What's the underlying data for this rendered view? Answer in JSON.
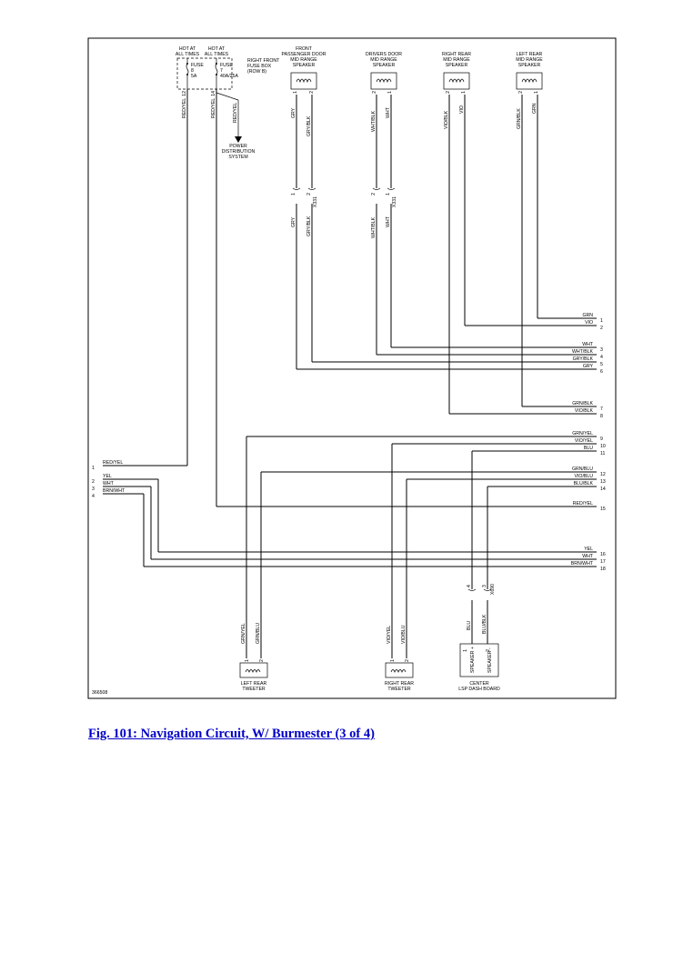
{
  "caption": "Fig. 101: Navigation Circuit, W/ Burmester (3 of 4)",
  "diagram_id": "366508",
  "fuse_box": {
    "hot_left": [
      "HOT AT",
      "ALL TIMES"
    ],
    "hot_right": [
      "HOT AT",
      "ALL TIMES"
    ],
    "fuse_left": [
      "FUSE",
      "8",
      "5A"
    ],
    "fuse_right": [
      "FUSE",
      "7",
      "40A/25A"
    ],
    "label": [
      "RIGHT FRONT",
      "FUSE BOX",
      "(ROW B)"
    ],
    "pin_left": "12",
    "pin_right": "14"
  },
  "power_distribution": [
    "POWER",
    "DISTRIBUTION",
    "SYSTEM"
  ],
  "speakers_top": [
    {
      "name": [
        "FRONT",
        "PASSENGER DOOR",
        "MID RANGE",
        "SPEAKER"
      ],
      "pins": [
        "1",
        "2"
      ]
    },
    {
      "name": [
        "DRIVERS DOOR",
        "MID RANGE",
        "SPEAKER"
      ],
      "pins": [
        "2",
        "1"
      ]
    },
    {
      "name": [
        "RIGHT REAR",
        "MID RANGE",
        "SPEAKER"
      ],
      "pins": [
        "2",
        "1"
      ]
    },
    {
      "name": [
        "LEFT REAR",
        "MID RANGE",
        "SPEAKER"
      ],
      "pins": [
        "2",
        "1"
      ]
    }
  ],
  "connectors_mid": [
    {
      "pins": [
        "1",
        "2"
      ],
      "id": "X331"
    },
    {
      "pins": [
        "2",
        "1"
      ],
      "id": "X331"
    }
  ],
  "bottom_components": [
    {
      "name": [
        "LEFT REAR",
        "TWEETER"
      ],
      "pins": [
        "1",
        "2"
      ]
    },
    {
      "name": [
        "RIGHT REAR",
        "TWEETER"
      ],
      "pins": [
        "1",
        "2"
      ]
    },
    {
      "name": [
        "CENTER",
        "LSP DASH BOARD"
      ],
      "pins": [
        "1",
        "2"
      ],
      "terminals": [
        "SPEAKER +",
        "SPEAKER -"
      ]
    }
  ],
  "center_connector": {
    "pins": [
      "4",
      "3"
    ],
    "id": "X690"
  },
  "wires": {
    "fuse_left": "RED/YEL",
    "fuse_right": "RED/YEL",
    "power": "RED/YEL",
    "fp_1": "GRY",
    "fp_2": "GRY/BLK",
    "dr_2": "WHT/BLK",
    "dr_1": "WHT",
    "rr_2": "VIO/BLK",
    "rr_1": "VIO",
    "lr_2": "GRN/BLK",
    "lr_1": "GRN",
    "fp_1b": "GRY",
    "fp_2b": "GRY/BLK",
    "dr_2b": "WHT/BLK",
    "dr_1b": "WHT",
    "lt_1": "GRN/YEL",
    "lt_2": "GRN/BLU",
    "rt_1": "VIO/YEL",
    "rt_2": "VIO/BLU",
    "c_4": "BLU",
    "c_3": "BLU/BLK"
  },
  "right_pins": [
    {
      "pin": "1",
      "color": "GRN"
    },
    {
      "pin": "2",
      "color": "VIO"
    },
    {
      "pin": "3",
      "color": "WHT"
    },
    {
      "pin": "4",
      "color": "WHT/BLK"
    },
    {
      "pin": "5",
      "color": "GRY/BLK"
    },
    {
      "pin": "6",
      "color": "GRY"
    },
    {
      "pin": "7",
      "color": "GRN/BLK"
    },
    {
      "pin": "8",
      "color": "VIO/BLK"
    },
    {
      "pin": "9",
      "color": "GRN/YEL"
    },
    {
      "pin": "10",
      "color": "VIO/YEL"
    },
    {
      "pin": "11",
      "color": "BLU"
    },
    {
      "pin": "12",
      "color": "GRN/BLU"
    },
    {
      "pin": "13",
      "color": "VIO/BLU"
    },
    {
      "pin": "14",
      "color": "BLU/BLK"
    },
    {
      "pin": "15",
      "color": "RED/YEL"
    },
    {
      "pin": "16",
      "color": "YEL"
    },
    {
      "pin": "17",
      "color": "WHT"
    },
    {
      "pin": "18",
      "color": "BRN/WHT"
    }
  ],
  "left_pins": [
    {
      "pin": "1",
      "color": "RED/YEL"
    },
    {
      "pin": "2",
      "color": "YEL"
    },
    {
      "pin": "3",
      "color": "WHT"
    },
    {
      "pin": "4",
      "color": "BRN/WHT"
    }
  ]
}
